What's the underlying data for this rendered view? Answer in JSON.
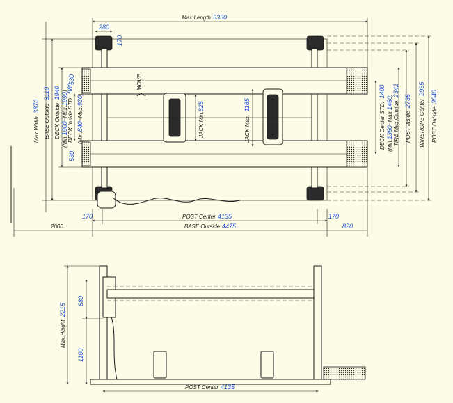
{
  "top_view": {
    "length": {
      "label": "Max.Length",
      "value": "5350"
    },
    "post_width_top": "280",
    "post_gap_top": "170",
    "approach": "2000",
    "left_pad": "170",
    "right_pad": "170",
    "tail": "820",
    "post_center": {
      "label": "POST Center",
      "value": "4135"
    },
    "base_outside": {
      "label": "BASE Outside",
      "value": "4475"
    },
    "max_width": {
      "label": "Max.Width",
      "value": "3370"
    },
    "base_outside_w": {
      "label": "BASE Outside",
      "value": "3110"
    },
    "deck_outside": {
      "label": "DECK Outside",
      "value": "1940"
    },
    "deck_outside_range": {
      "label_a": "(Min.",
      "min": "1900",
      "label_b": "~Max.",
      "max": "1990",
      "label_c": ")"
    },
    "deck_inside": {
      "label": "DECK Inside STD.",
      "value": "880"
    },
    "deck_inside_range": {
      "label_a": "(Min.",
      "min": "840",
      "label_b": "~Max.",
      "max": "930",
      "label_c": ")"
    },
    "deck_width_top": "530",
    "deck_width_bottom": "530",
    "move_label": "MOVE",
    "jack_min": {
      "label": "JACK Min.",
      "value": "825"
    },
    "jack_max": {
      "label": "JACK Max.",
      "value": "1185"
    },
    "deck_center": {
      "label": "DECK Center STD.",
      "value": "1400"
    },
    "deck_center_range": {
      "label_a": "(Min.",
      "min": "1360",
      "label_b": "~Max.",
      "max": "1450",
      "label_c": ")"
    },
    "tire_max_outside": {
      "label": "TIRE Max.Outside",
      "value": "2342"
    },
    "post_inside": {
      "label": "POST Inside",
      "value": "2735"
    },
    "wirerope_center": {
      "label": "WIREROPE Center",
      "value": "2965"
    },
    "post_outside": {
      "label": "POST Outside",
      "value": "3040"
    }
  },
  "side_view": {
    "upper": "880",
    "max_height": {
      "label": "Max.Height",
      "value": "2215"
    },
    "lower": "1100",
    "post_center": {
      "label": "POST Center",
      "value": "4135"
    }
  }
}
